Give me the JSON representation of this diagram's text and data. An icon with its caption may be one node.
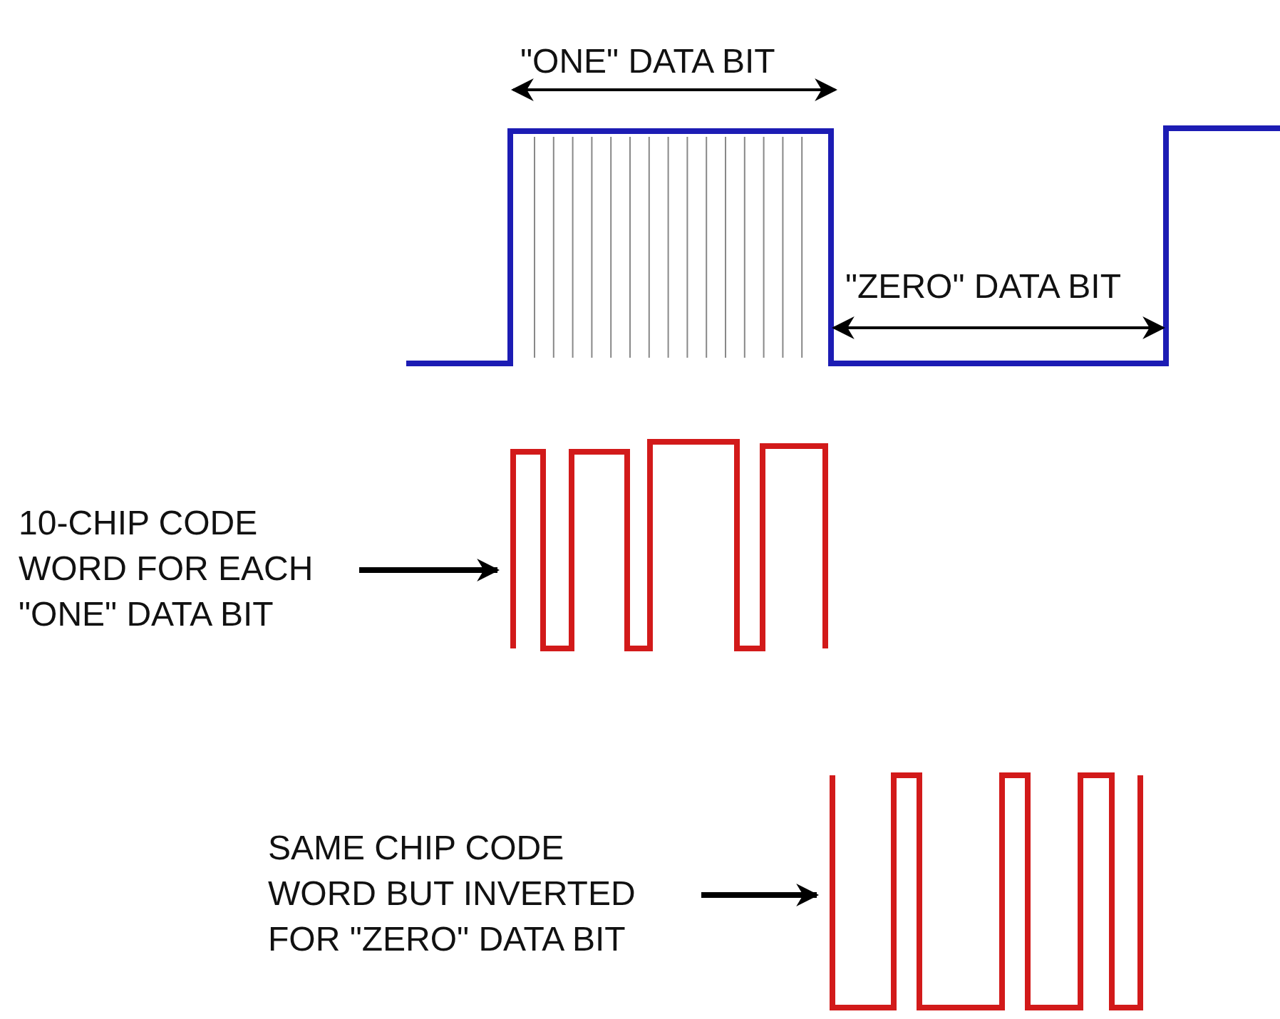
{
  "diagram": {
    "nodes": [
      {
        "text": [
          "10-CHIP CODE WORD FOR EACH \"ONE\" DATA BIT"
        ]
      },
      {
        "text": [],
        "shape": "waveform"
      },
      {
        "text": [
          "SAME CHIP CODE WORD BUT INVERTED FOR \"ZERO\" DATA BIT"
        ]
      },
      {
        "text": [],
        "shape": "waveform"
      }
    ],
    "edges": [
      {
        "from": 0,
        "to": 1,
        "arrow": "to"
      },
      {
        "from": 2,
        "to": 3,
        "arrow": "to"
      }
    ],
    "labels": [
      "\"ONE\" DATA BIT",
      "\"ZERO\" DATA BIT"
    ]
  }
}
